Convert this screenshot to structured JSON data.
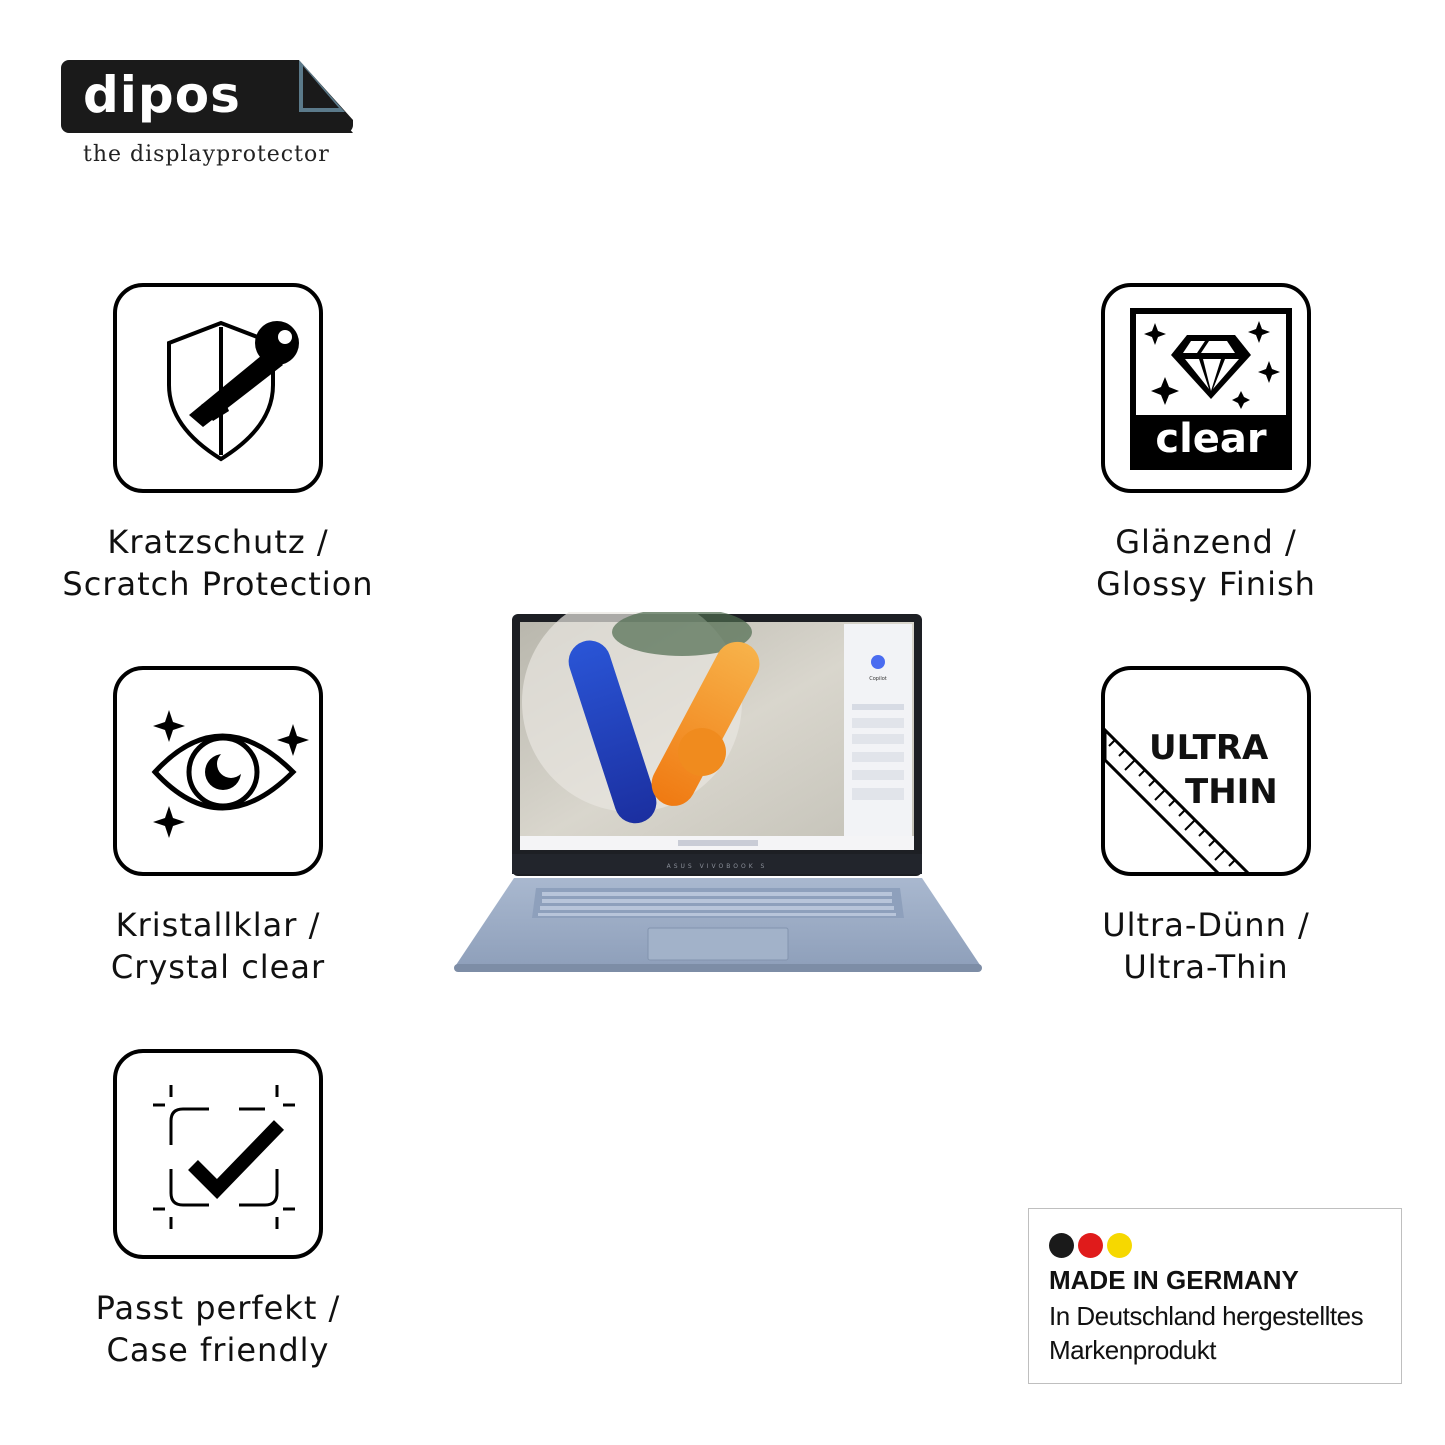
{
  "logo": {
    "word": "dipos",
    "tagline": "the displayprotector"
  },
  "features": [
    {
      "icon": "shield-key-icon",
      "line1": "Kratzschutz /",
      "line2": "Scratch Protection"
    },
    {
      "icon": "eye-icon",
      "line1": "Kristallklar /",
      "line2": "Crystal clear"
    },
    {
      "icon": "check-frame-icon",
      "line1": "Passt perfekt /",
      "line2": "Case friendly"
    },
    {
      "icon": "diamond-clear-icon",
      "badge": "clear",
      "line1": "Glänzend /",
      "line2": "Glossy Finish"
    },
    {
      "icon": "ruler-icon",
      "badge1": "ULTRA",
      "badge2": "THIN",
      "line1": "Ultra-Dünn /",
      "line2": "Ultra-Thin"
    }
  ],
  "germany": {
    "colors": [
      "#1a1a1a",
      "#e01b1b",
      "#f6d800"
    ],
    "title": "MADE IN GERMANY",
    "line1": "In Deutschland hergestelltes",
    "line2": "Markenprodukt"
  },
  "laptop": {
    "brand": "ASUS VIVOBOOK S",
    "panel_title": "Copilot"
  }
}
